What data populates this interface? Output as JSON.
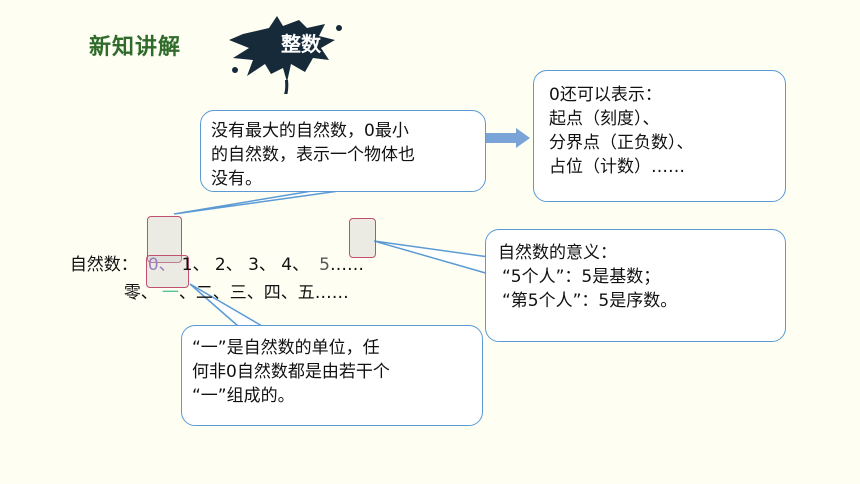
{
  "title": "新知讲解",
  "badge": "整数",
  "bubble_max": {
    "line1": "没有最大的自然数，0最小",
    "line2": "的自然数，表示一个物体也",
    "line3": "没有。"
  },
  "bubble_zero": {
    "line1": "0还可以表示：",
    "line2": "起点（刻度）、",
    "line3": "分界点（正负数）、",
    "line4": "占位（计数）……"
  },
  "natural_line": {
    "label": "自然数：",
    "zero": "0",
    "sep0": "、",
    "rest": "1、 2、 3、 4、",
    "five": "5",
    "ellipsis": "……"
  },
  "chinese_line": {
    "prefix": "零、",
    "yi": "一",
    "sep": "、",
    "rest": "二、三、四、五……"
  },
  "bubble_meaning": {
    "line1": "自然数的意义：",
    "line2": "“5个人”：5是基数；",
    "line3": "“第5个人”：5是序数。"
  },
  "bubble_unit": {
    "line1": "“一”是自然数的单位，任",
    "line2": "何非0自然数都是由若干个",
    "line3": "“一”组成的。"
  },
  "colors": {
    "bubble_border": "#5b9bd5",
    "title": "#2f6b2a",
    "highlight": "#c0506e"
  }
}
